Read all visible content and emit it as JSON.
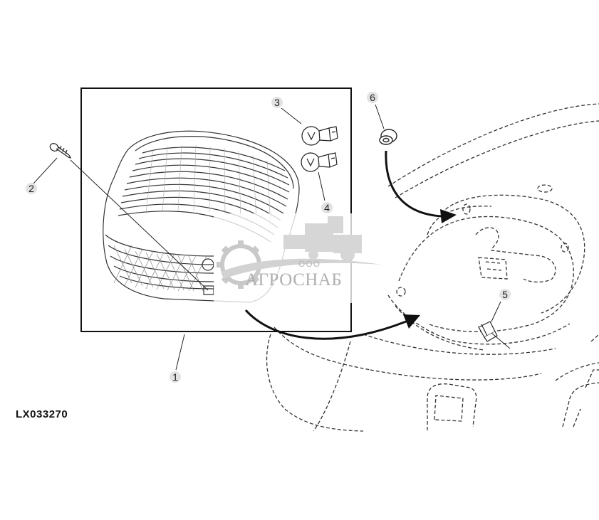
{
  "figure_id": "LX033270",
  "callouts": [
    "1",
    "2",
    "3",
    "4",
    "5",
    "6"
  ],
  "watermark": {
    "line1": "ООО",
    "line2": "АГРОСНАБ"
  }
}
